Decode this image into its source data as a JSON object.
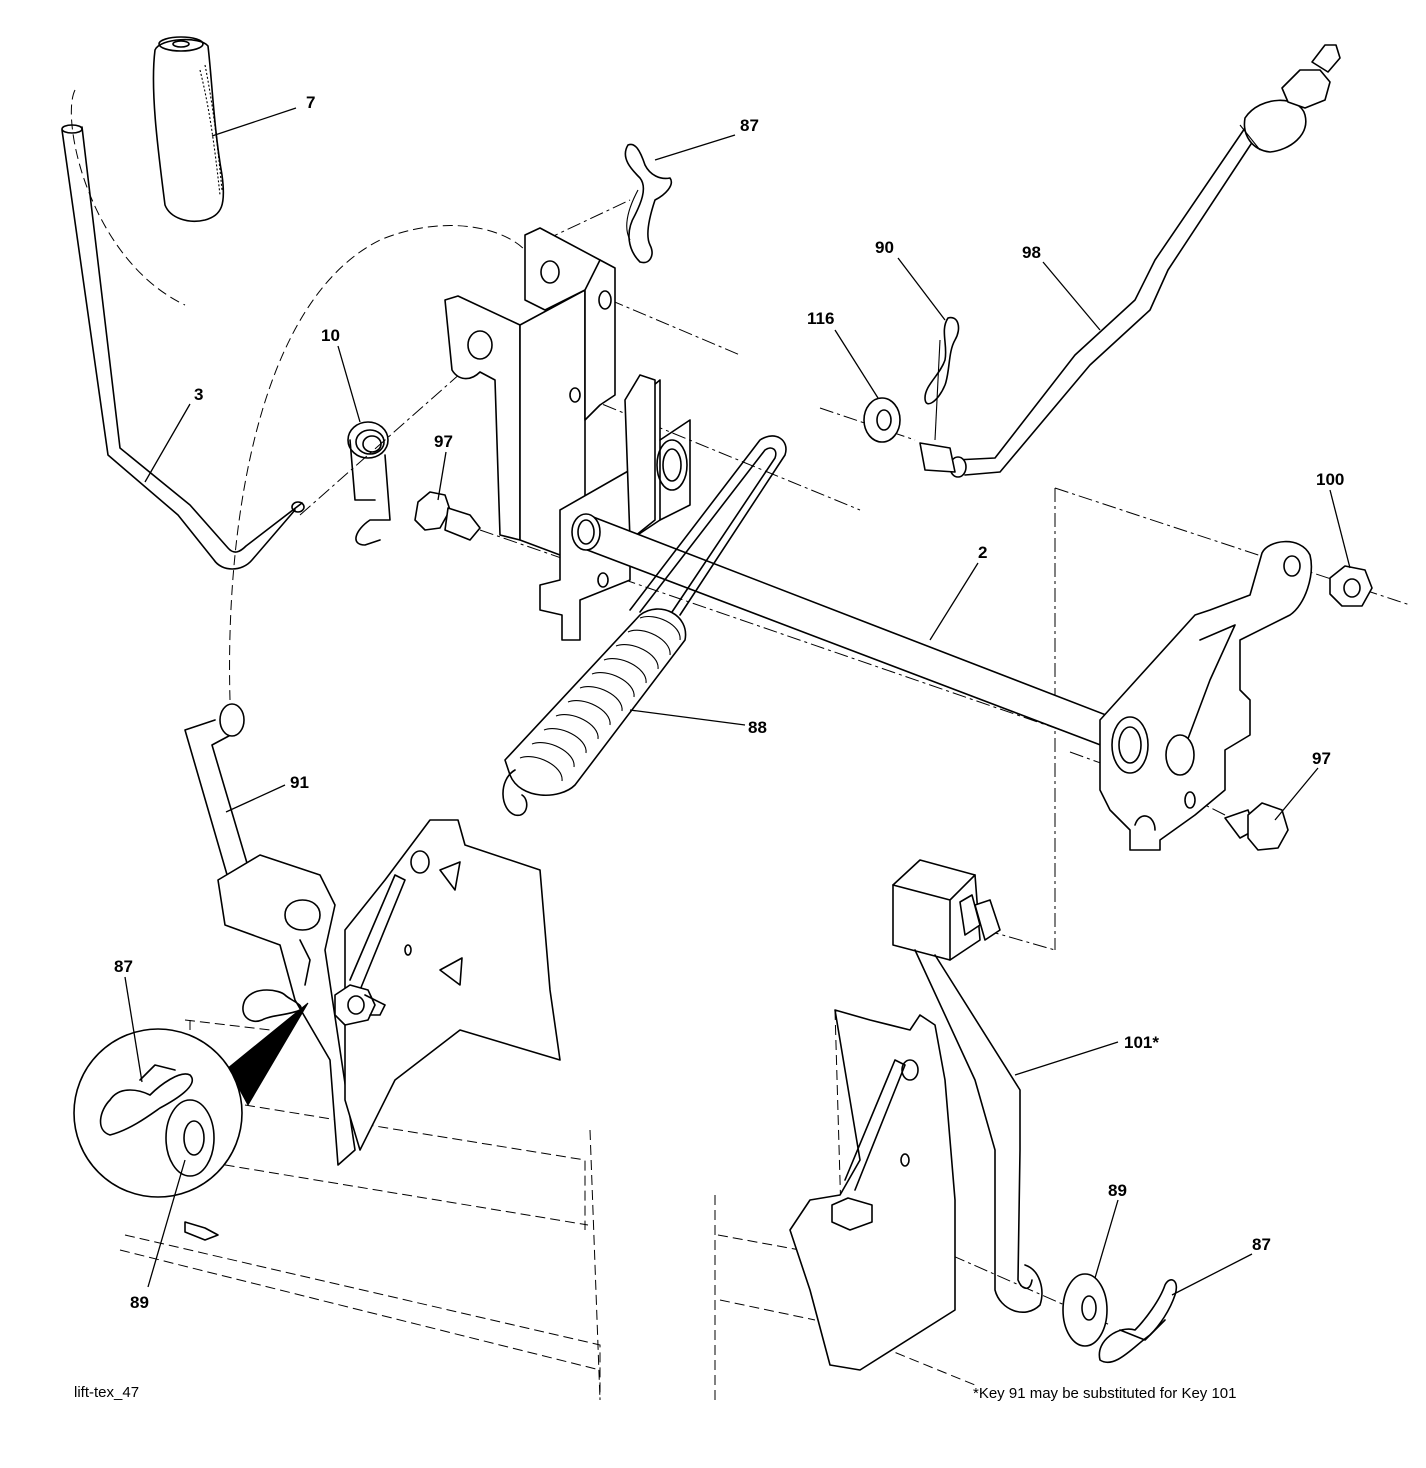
{
  "diagram_id": "lift-tex_47",
  "footnote": "*Key 91 may be substituted for Key 101",
  "callouts": [
    {
      "key": "7",
      "label": "7"
    },
    {
      "key": "87a",
      "label": "87"
    },
    {
      "key": "90",
      "label": "90"
    },
    {
      "key": "98",
      "label": "98"
    },
    {
      "key": "116",
      "label": "116"
    },
    {
      "key": "10",
      "label": "10"
    },
    {
      "key": "3",
      "label": "3"
    },
    {
      "key": "97a",
      "label": "97"
    },
    {
      "key": "2",
      "label": "2"
    },
    {
      "key": "100",
      "label": "100"
    },
    {
      "key": "88",
      "label": "88"
    },
    {
      "key": "91",
      "label": "91"
    },
    {
      "key": "97b",
      "label": "97"
    },
    {
      "key": "87b",
      "label": "87"
    },
    {
      "key": "89a",
      "label": "89"
    },
    {
      "key": "101",
      "label": "101*"
    },
    {
      "key": "89b",
      "label": "89"
    },
    {
      "key": "87c",
      "label": "87"
    }
  ]
}
